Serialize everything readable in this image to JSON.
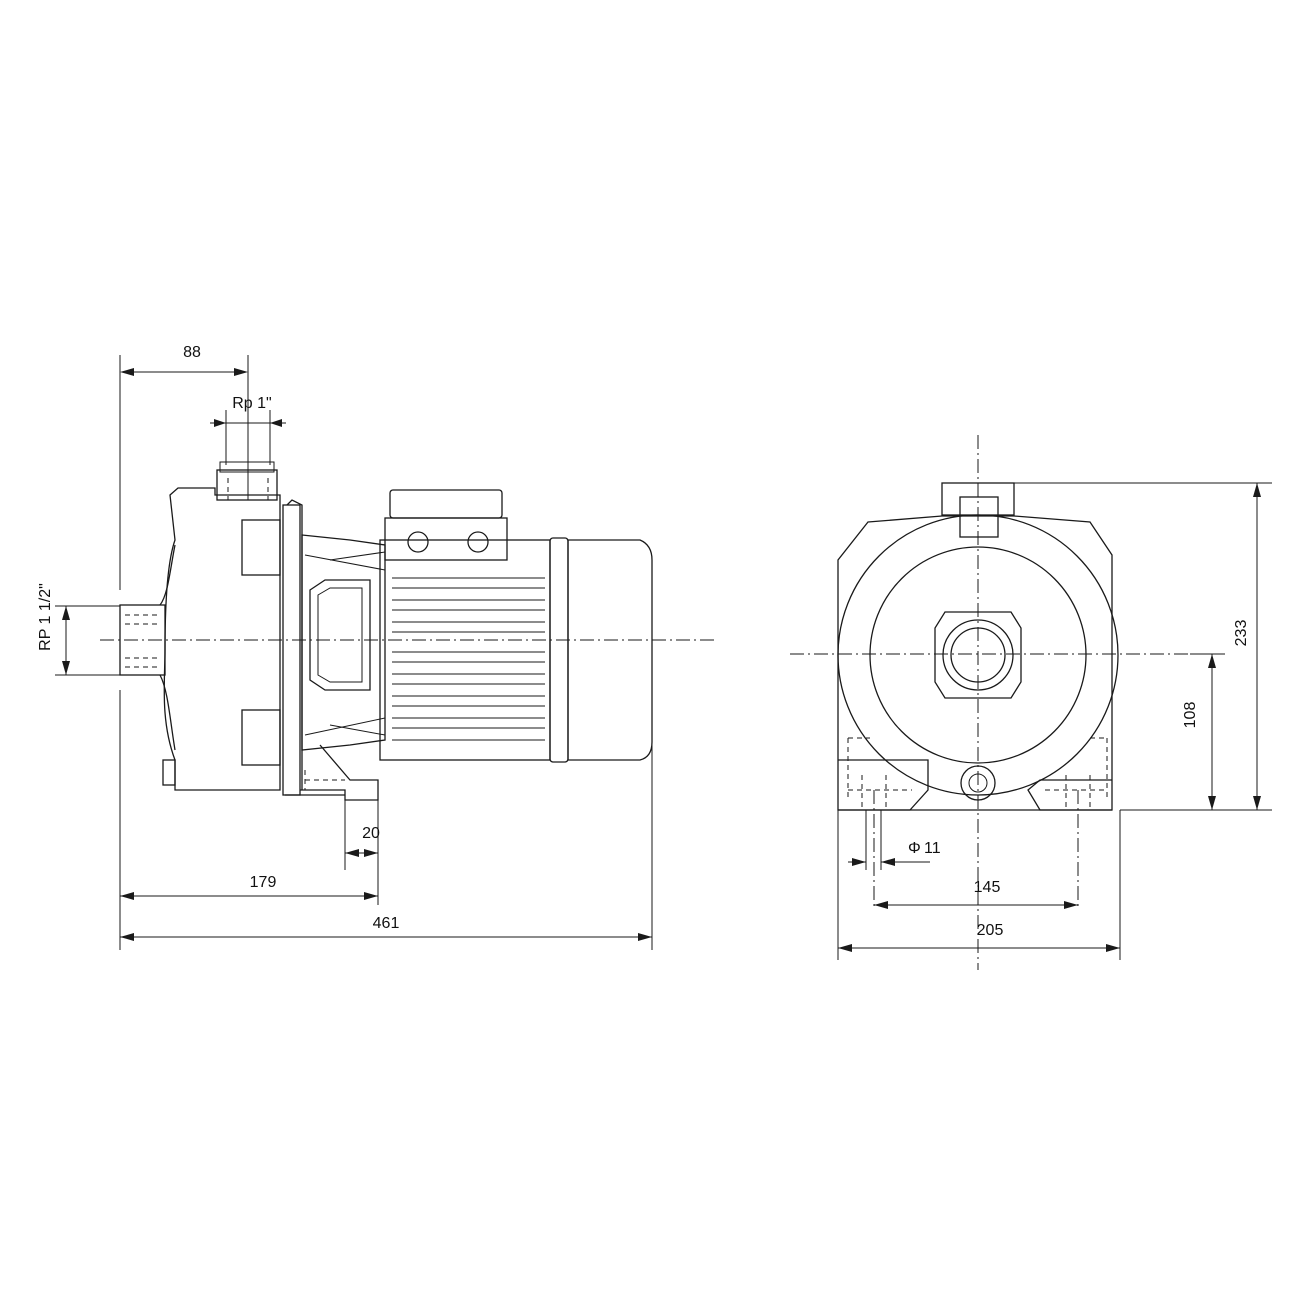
{
  "drawing": {
    "side_view": {
      "dim_suction_offset": "88",
      "dim_discharge_thread": "Rp 1\"",
      "dim_suction_thread": "RP 1 1/2\"",
      "dim_foot_width": "20",
      "dim_foot_to_inlet": "179",
      "dim_overall_length": "461"
    },
    "front_view": {
      "dim_overall_height": "233",
      "dim_shaft_height": "108",
      "dim_hole_diameter": "11",
      "dim_hole_spacing": "145",
      "dim_base_width": "205",
      "diameter_symbol": "Φ"
    },
    "colors": {
      "line": "#1a1a1a",
      "background": "#ffffff"
    }
  }
}
